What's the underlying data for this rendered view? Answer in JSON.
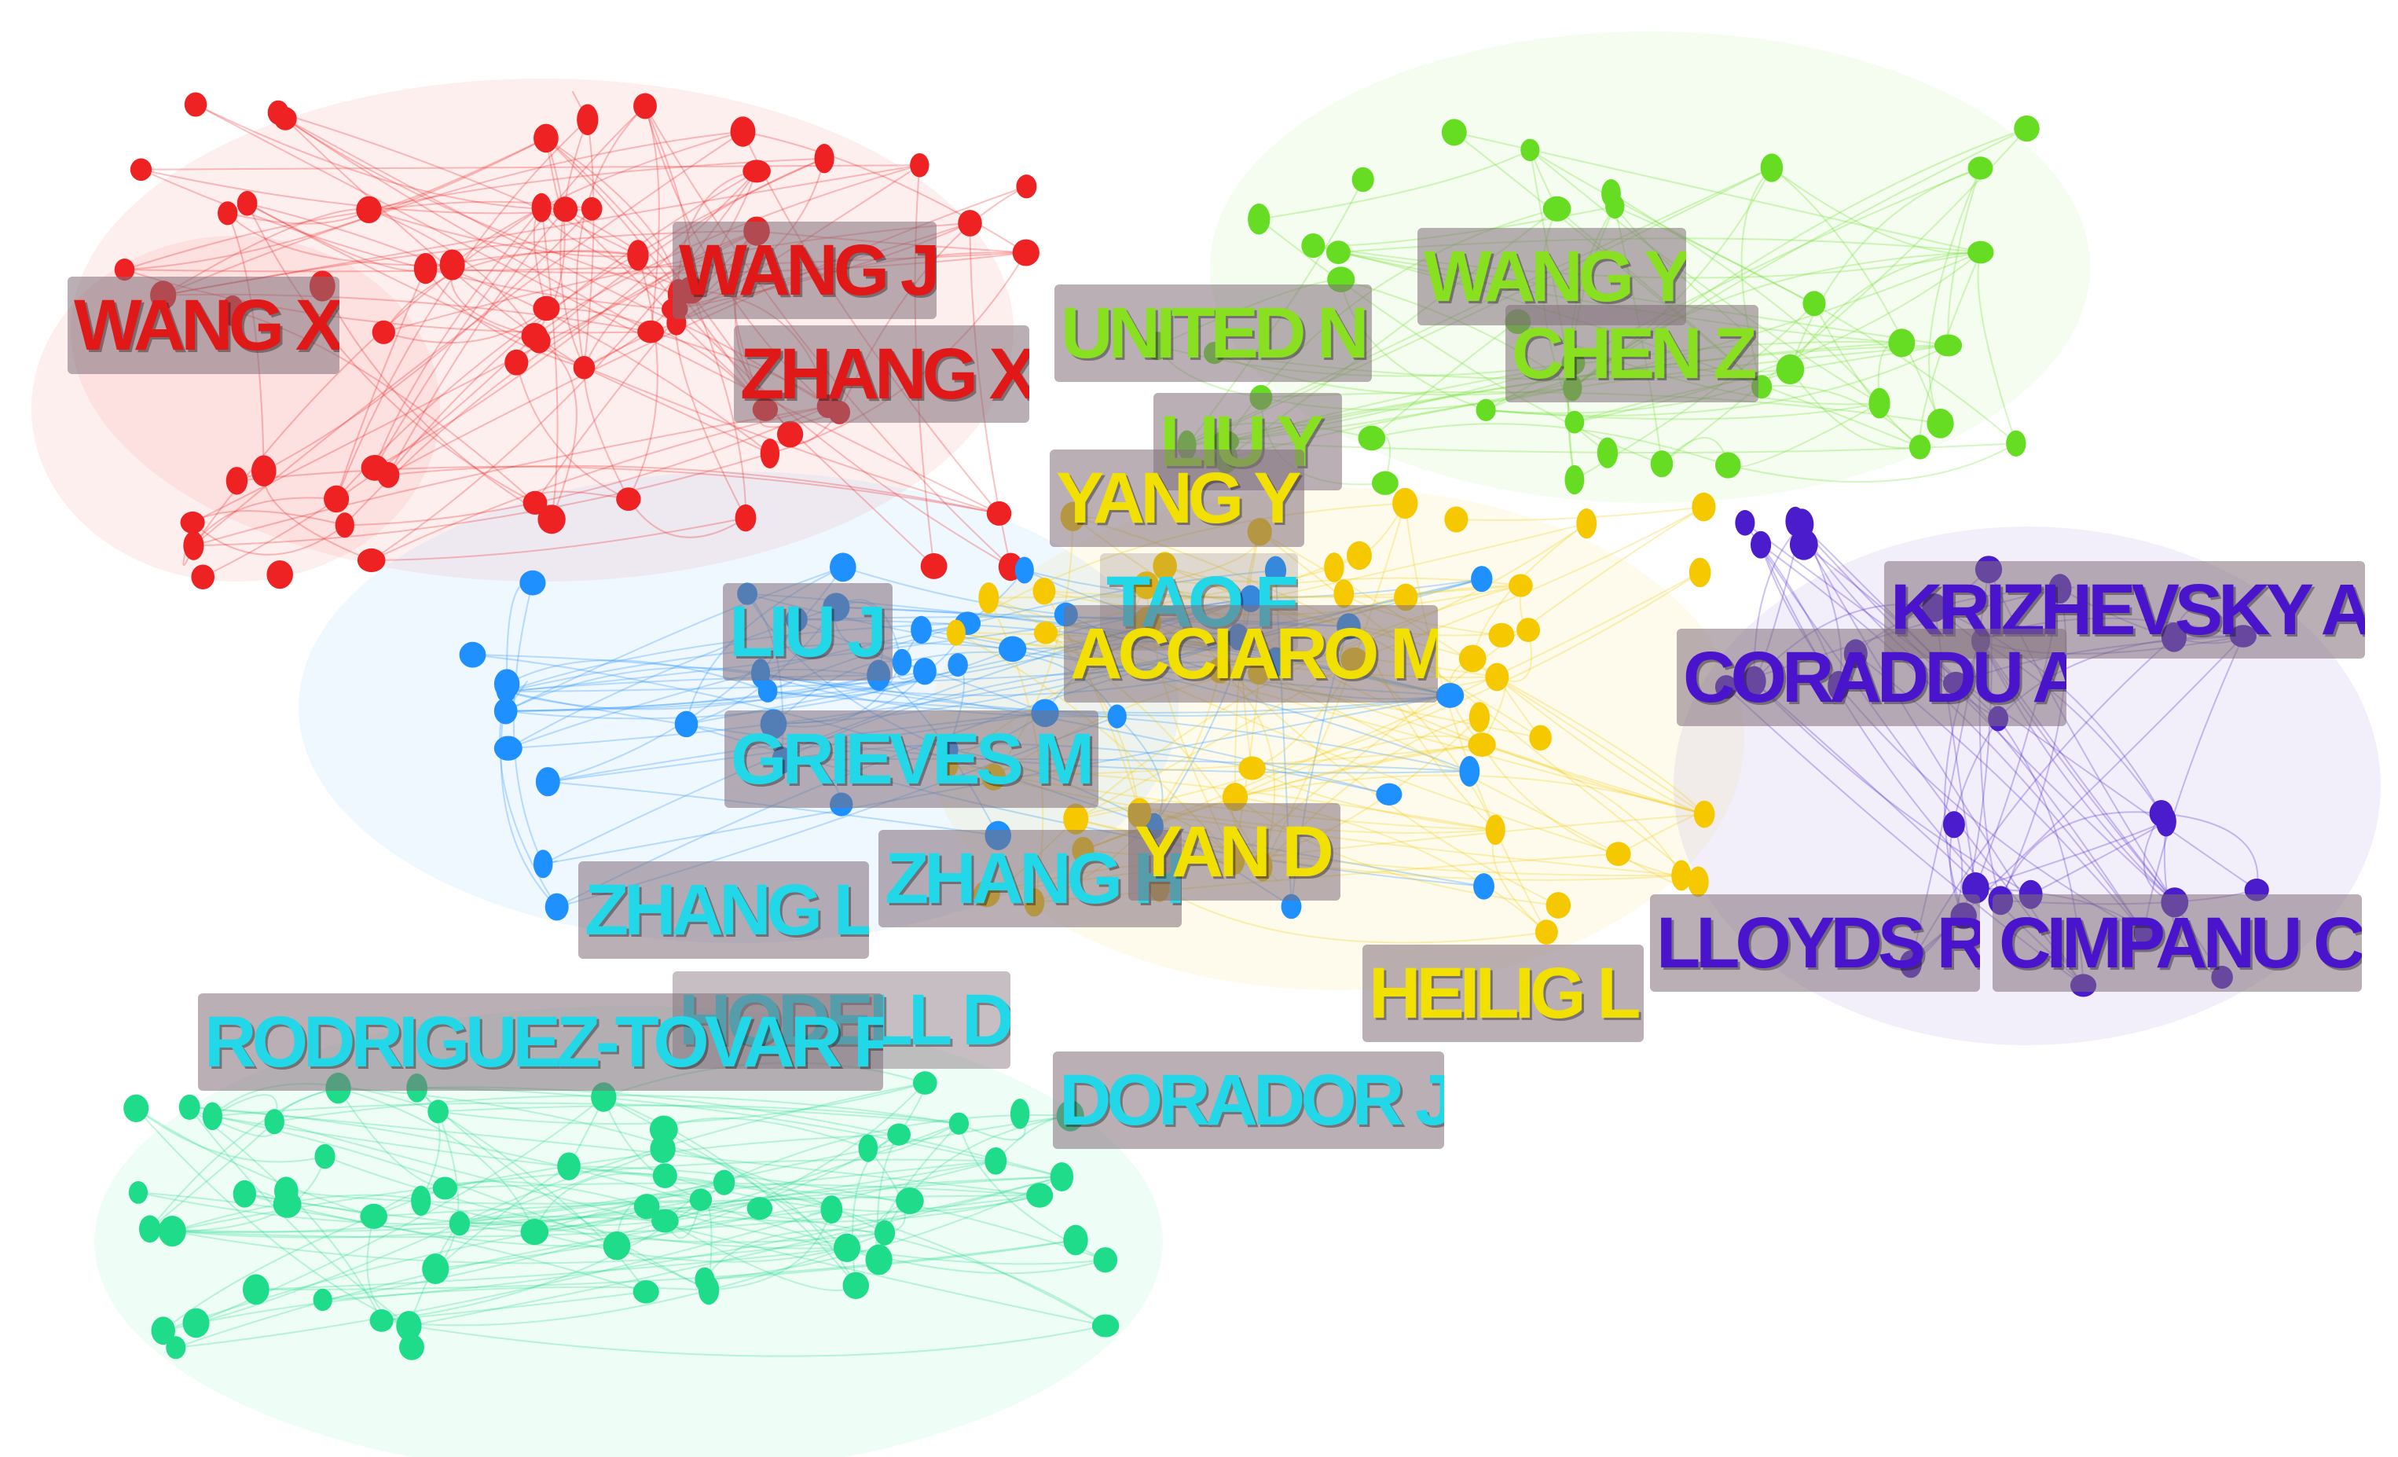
{
  "clusters": [
    {
      "name": "red",
      "color": "#ee2222"
    },
    {
      "name": "green",
      "color": "#66dd22"
    },
    {
      "name": "cyan",
      "color": "#1e90ff"
    },
    {
      "name": "yellow",
      "color": "#f5c800"
    },
    {
      "name": "violet",
      "color": "#4a1ccc"
    },
    {
      "name": "mint",
      "color": "#1edc8a"
    }
  ],
  "labels": [
    {
      "id": "wang-x",
      "text": "WANG X",
      "color": "#e01818"
    },
    {
      "id": "wang-j",
      "text": "WANG J",
      "color": "#e01818"
    },
    {
      "id": "zhang-x",
      "text": "ZHANG X",
      "color": "#e01818"
    },
    {
      "id": "united-n",
      "text": "UNITED N",
      "color": "#88e020"
    },
    {
      "id": "wang-y",
      "text": "WANG Y",
      "color": "#88e020"
    },
    {
      "id": "chen-z",
      "text": "CHEN Z",
      "color": "#88e020"
    },
    {
      "id": "liu-y",
      "text": "LIU Y",
      "color": "#88e020"
    },
    {
      "id": "yang-y",
      "text": "YANG Y",
      "color": "#f2e000"
    },
    {
      "id": "tao-f",
      "text": "TAO F",
      "color": "#22d8e8"
    },
    {
      "id": "acciaro-m",
      "text": "ACCIARO M",
      "color": "#f2e000"
    },
    {
      "id": "liu-j",
      "text": "LIU J",
      "color": "#22d8e8"
    },
    {
      "id": "grieves-m",
      "text": "GRIEVES M",
      "color": "#22d8e8"
    },
    {
      "id": "zhang-h",
      "text": "ZHANG H",
      "color": "#22d8e8"
    },
    {
      "id": "yan-d",
      "text": "YAN D",
      "color": "#f2e000"
    },
    {
      "id": "zhang-l",
      "text": "ZHANG L",
      "color": "#22d8e8"
    },
    {
      "id": "hodell-d",
      "text": "HODELL D",
      "color": "#22d8e8"
    },
    {
      "id": "rodriguez-tovar-f",
      "text": "RODRIGUEZ-TOVAR F",
      "color": "#22d8e8"
    },
    {
      "id": "dorador-j",
      "text": "DORADOR J",
      "color": "#22d8e8"
    },
    {
      "id": "heilig-l",
      "text": "HEILIG L",
      "color": "#f2e000"
    },
    {
      "id": "krizhevsky-a",
      "text": "KRIZHEVSKY A",
      "color": "#4a14cc"
    },
    {
      "id": "coraddu-a",
      "text": "CORADDU A",
      "color": "#4a14cc"
    },
    {
      "id": "lloyds-r",
      "text": "LLOYDS R",
      "color": "#4a14cc"
    },
    {
      "id": "cimpanu-c",
      "text": "CIMPANU C",
      "color": "#4a14cc"
    }
  ]
}
